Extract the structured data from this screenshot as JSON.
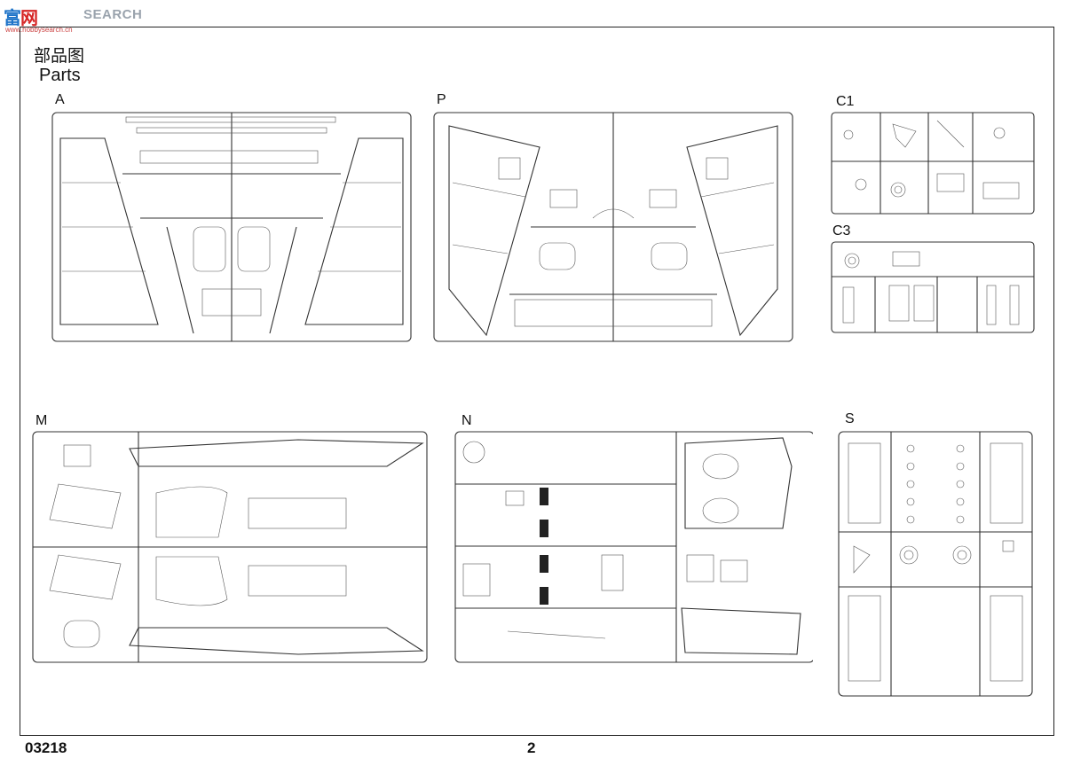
{
  "watermark": {
    "logo_a": "富",
    "logo_b": "网",
    "text": "SEARCH",
    "url": "www.hobbysearch.cn"
  },
  "header": {
    "title_cn": "部品图",
    "title_en": "Parts"
  },
  "sprues": [
    {
      "id": "A",
      "label": "A"
    },
    {
      "id": "P",
      "label": "P"
    },
    {
      "id": "C1",
      "label": "C1"
    },
    {
      "id": "C3",
      "label": "C3"
    },
    {
      "id": "M",
      "label": "M"
    },
    {
      "id": "N",
      "label": "N"
    },
    {
      "id": "S",
      "label": "S"
    }
  ],
  "footer": {
    "code": "03218",
    "page": "2"
  }
}
